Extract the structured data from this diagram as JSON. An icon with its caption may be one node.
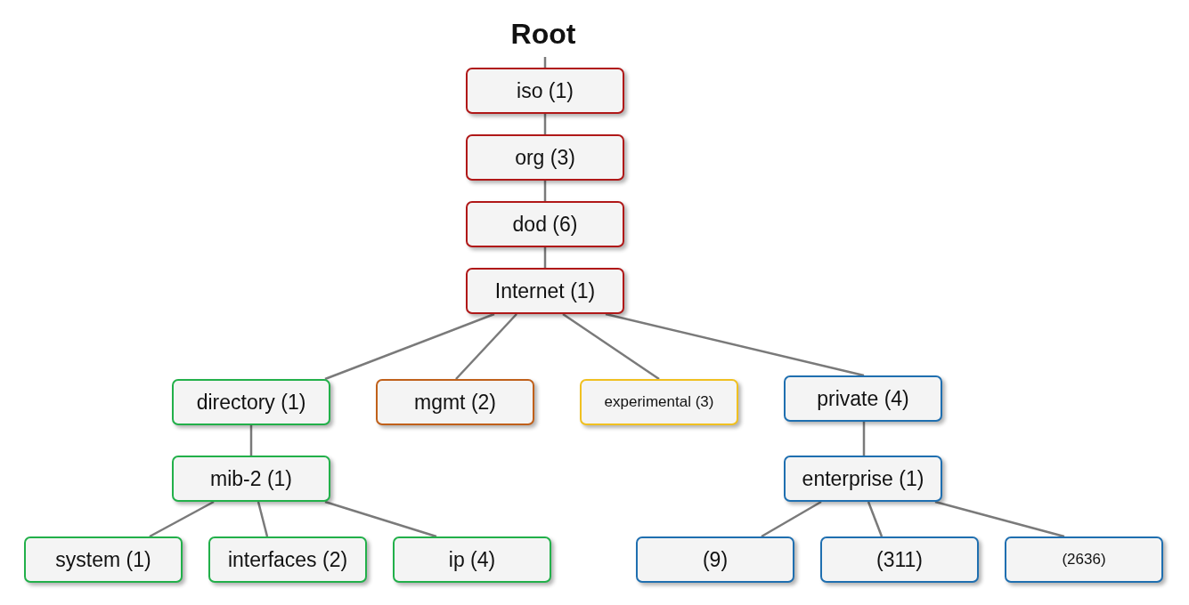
{
  "diagram": {
    "nodes": [
      {
        "text": [
          "Root"
        ]
      },
      {
        "text": [
          "iso (1)"
        ]
      },
      {
        "text": [
          "org (3)"
        ]
      },
      {
        "text": [
          "dod (6)"
        ]
      },
      {
        "text": [
          "Internet (1)"
        ]
      },
      {
        "text": [
          "directory (1)"
        ]
      },
      {
        "text": [
          "mgmt (2)"
        ]
      },
      {
        "text": [
          "experimental (3)"
        ]
      },
      {
        "text": [
          "private (4)"
        ]
      },
      {
        "text": [
          "mib-2 (1)"
        ]
      },
      {
        "text": [
          "system (1)"
        ]
      },
      {
        "text": [
          "interfaces (2)"
        ]
      },
      {
        "text": [
          "ip (4)"
        ]
      },
      {
        "text": [
          "enterprise (1)"
        ]
      },
      {
        "text": [
          "(9)"
        ]
      },
      {
        "text": [
          "(311)"
        ]
      },
      {
        "text": [
          "(2636)"
        ]
      }
    ],
    "edges": [
      {
        "from": 0,
        "to": 1,
        "arrow": "none"
      },
      {
        "from": 1,
        "to": 2,
        "arrow": "none"
      },
      {
        "from": 2,
        "to": 3,
        "arrow": "none"
      },
      {
        "from": 3,
        "to": 4,
        "arrow": "none"
      },
      {
        "from": 4,
        "to": 5,
        "arrow": "none"
      },
      {
        "from": 4,
        "to": 6,
        "arrow": "none"
      },
      {
        "from": 4,
        "to": 7,
        "arrow": "none"
      },
      {
        "from": 4,
        "to": 8,
        "arrow": "none"
      },
      {
        "from": 5,
        "to": 9,
        "arrow": "none"
      },
      {
        "from": 9,
        "to": 10,
        "arrow": "none"
      },
      {
        "from": 9,
        "to": 11,
        "arrow": "none"
      },
      {
        "from": 9,
        "to": 12,
        "arrow": "none"
      },
      {
        "from": 8,
        "to": 13,
        "arrow": "none"
      },
      {
        "from": 13,
        "to": 14,
        "arrow": "none"
      },
      {
        "from": 13,
        "to": 15,
        "arrow": "none"
      },
      {
        "from": 13,
        "to": 16,
        "arrow": "none"
      }
    ]
  }
}
